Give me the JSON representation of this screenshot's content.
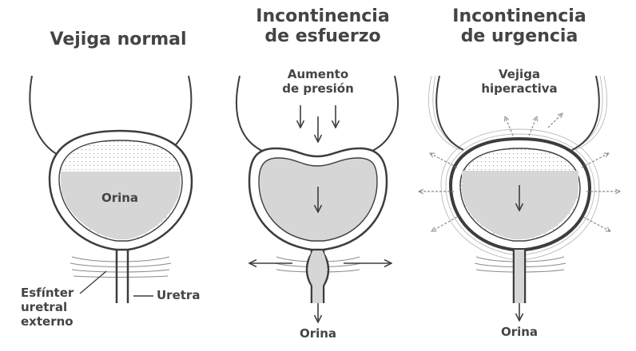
{
  "panels": [
    {
      "title": [
        "Vejiga normal"
      ],
      "labels": {
        "fluid": "Orina",
        "sphincter": [
          "Esfínter",
          "uretral",
          "externo"
        ],
        "urethra": "Uretra"
      }
    },
    {
      "title": [
        "Incontinencia",
        "de esfuerzo"
      ],
      "labels": {
        "pressure": [
          "Aumento",
          "de presión"
        ],
        "output": "Orina"
      }
    },
    {
      "title": [
        "Incontinencia",
        "de urgencia"
      ],
      "labels": {
        "overactive": [
          "Vejiga",
          "hiperactiva"
        ],
        "output": "Orina"
      }
    }
  ],
  "colors": {
    "outline": "#3d3d3d",
    "fluid": "#d6d6d6",
    "text": "#444444",
    "muscle": "#888888"
  }
}
